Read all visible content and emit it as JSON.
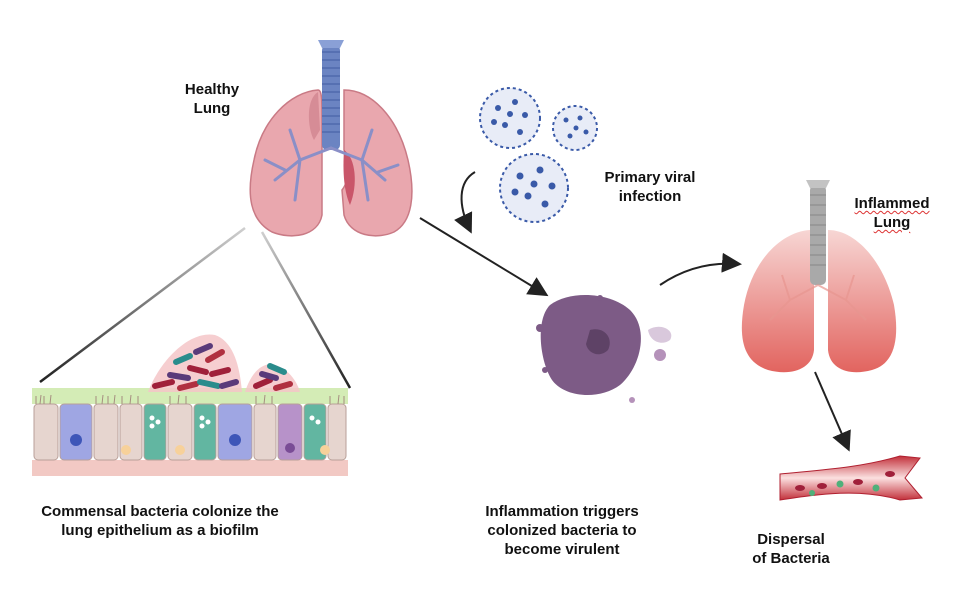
{
  "labels": {
    "healthy_lung": [
      "Healthy",
      "Lung"
    ],
    "primary_viral_infection": [
      "Primary viral",
      "infection"
    ],
    "inflammed_lung": [
      "Inflammed",
      "Lung"
    ],
    "commensal_bacteria": [
      "Commensal bacteria colonize the",
      "lung epithelium as a biofilm"
    ],
    "inflammation_triggers": [
      "Inflammation triggers",
      "colonized bacteria to",
      "become virulent"
    ],
    "dispersal": [
      "Dispersal",
      "of Bacteria"
    ]
  },
  "colors": {
    "healthy_lung": "#e9a7ae",
    "bronchi": "#8a8fc7",
    "trachea": "#6b84c2",
    "virus": "#3a5aa8",
    "inflamed_cell": "#7d5b86",
    "inflamed_lung": "#e2645f",
    "vessel": "#d9454a",
    "bacteria_red": "#a0203a",
    "bacteria_green": "#4fb07a",
    "epithelium": "#e6d5cf",
    "mucus": "#d4ecb6"
  }
}
